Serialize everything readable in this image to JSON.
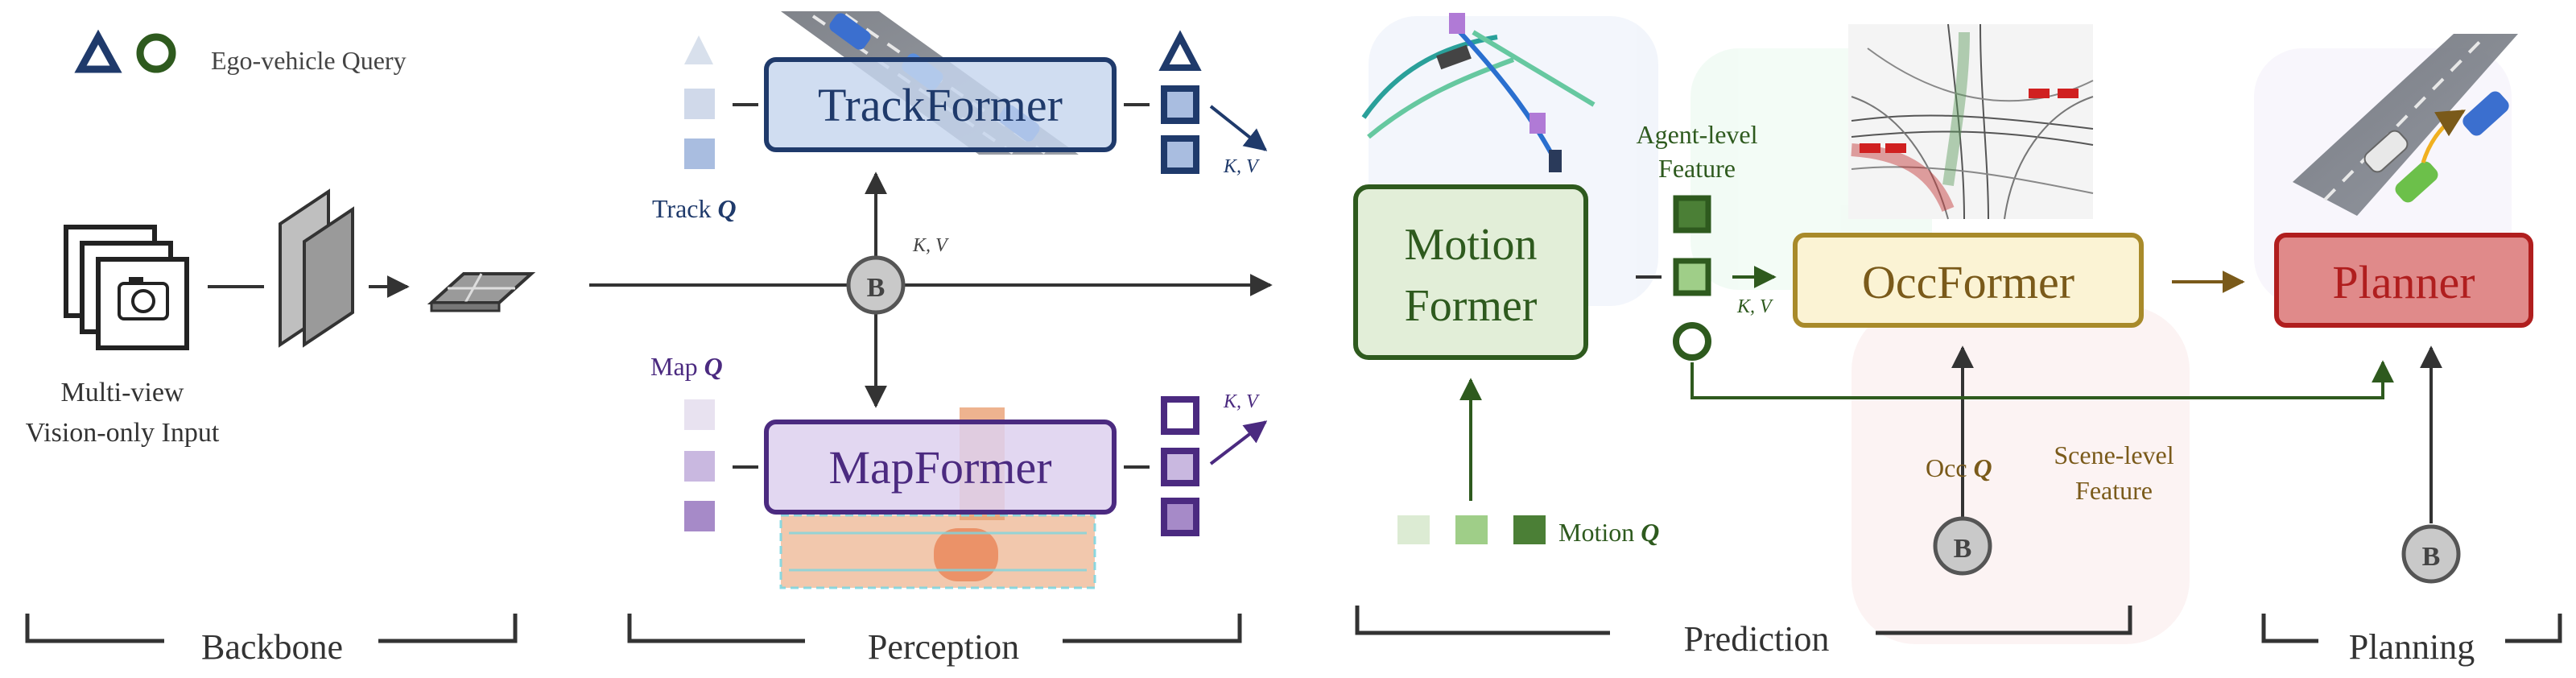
{
  "legend": {
    "text": "Ego-vehicle Query",
    "triangle_color": "#1f3a6b",
    "circle_color": "#2e5a1e"
  },
  "backbone": {
    "input_label_line1": "Multi-view",
    "input_label_line2": "Vision-only Input",
    "section_label": "Backbone"
  },
  "hub": {
    "b_label": "B",
    "kv_label": "K, V"
  },
  "perception": {
    "section_label": "Perception",
    "track_former": "TrackFormer",
    "track_query": "Track",
    "map_former": "MapFormer",
    "map_query": "Map",
    "q_symbol": "Q",
    "kv_label": "K, V"
  },
  "prediction": {
    "section_label": "Prediction",
    "motion_former_line1": "Motion",
    "motion_former_line2": "Former",
    "motion_query": "Motion",
    "agent_feature_line1": "Agent-level",
    "agent_feature_line2": "Feature",
    "occ_former": "OccFormer",
    "occ_query": "Occ",
    "scene_feature_line1": "Scene-level",
    "scene_feature_line2": "Feature",
    "kv_label": "K, V",
    "b_label": "B"
  },
  "planning": {
    "section_label": "Planning",
    "planner": "Planner",
    "b_label": "B"
  },
  "colors": {
    "track": "#1f3a6b",
    "map": "#4b2a80",
    "motion": "#2e5a1e",
    "occ": "#7a5a1a",
    "planner": "#b01e1e",
    "line": "#333333"
  }
}
